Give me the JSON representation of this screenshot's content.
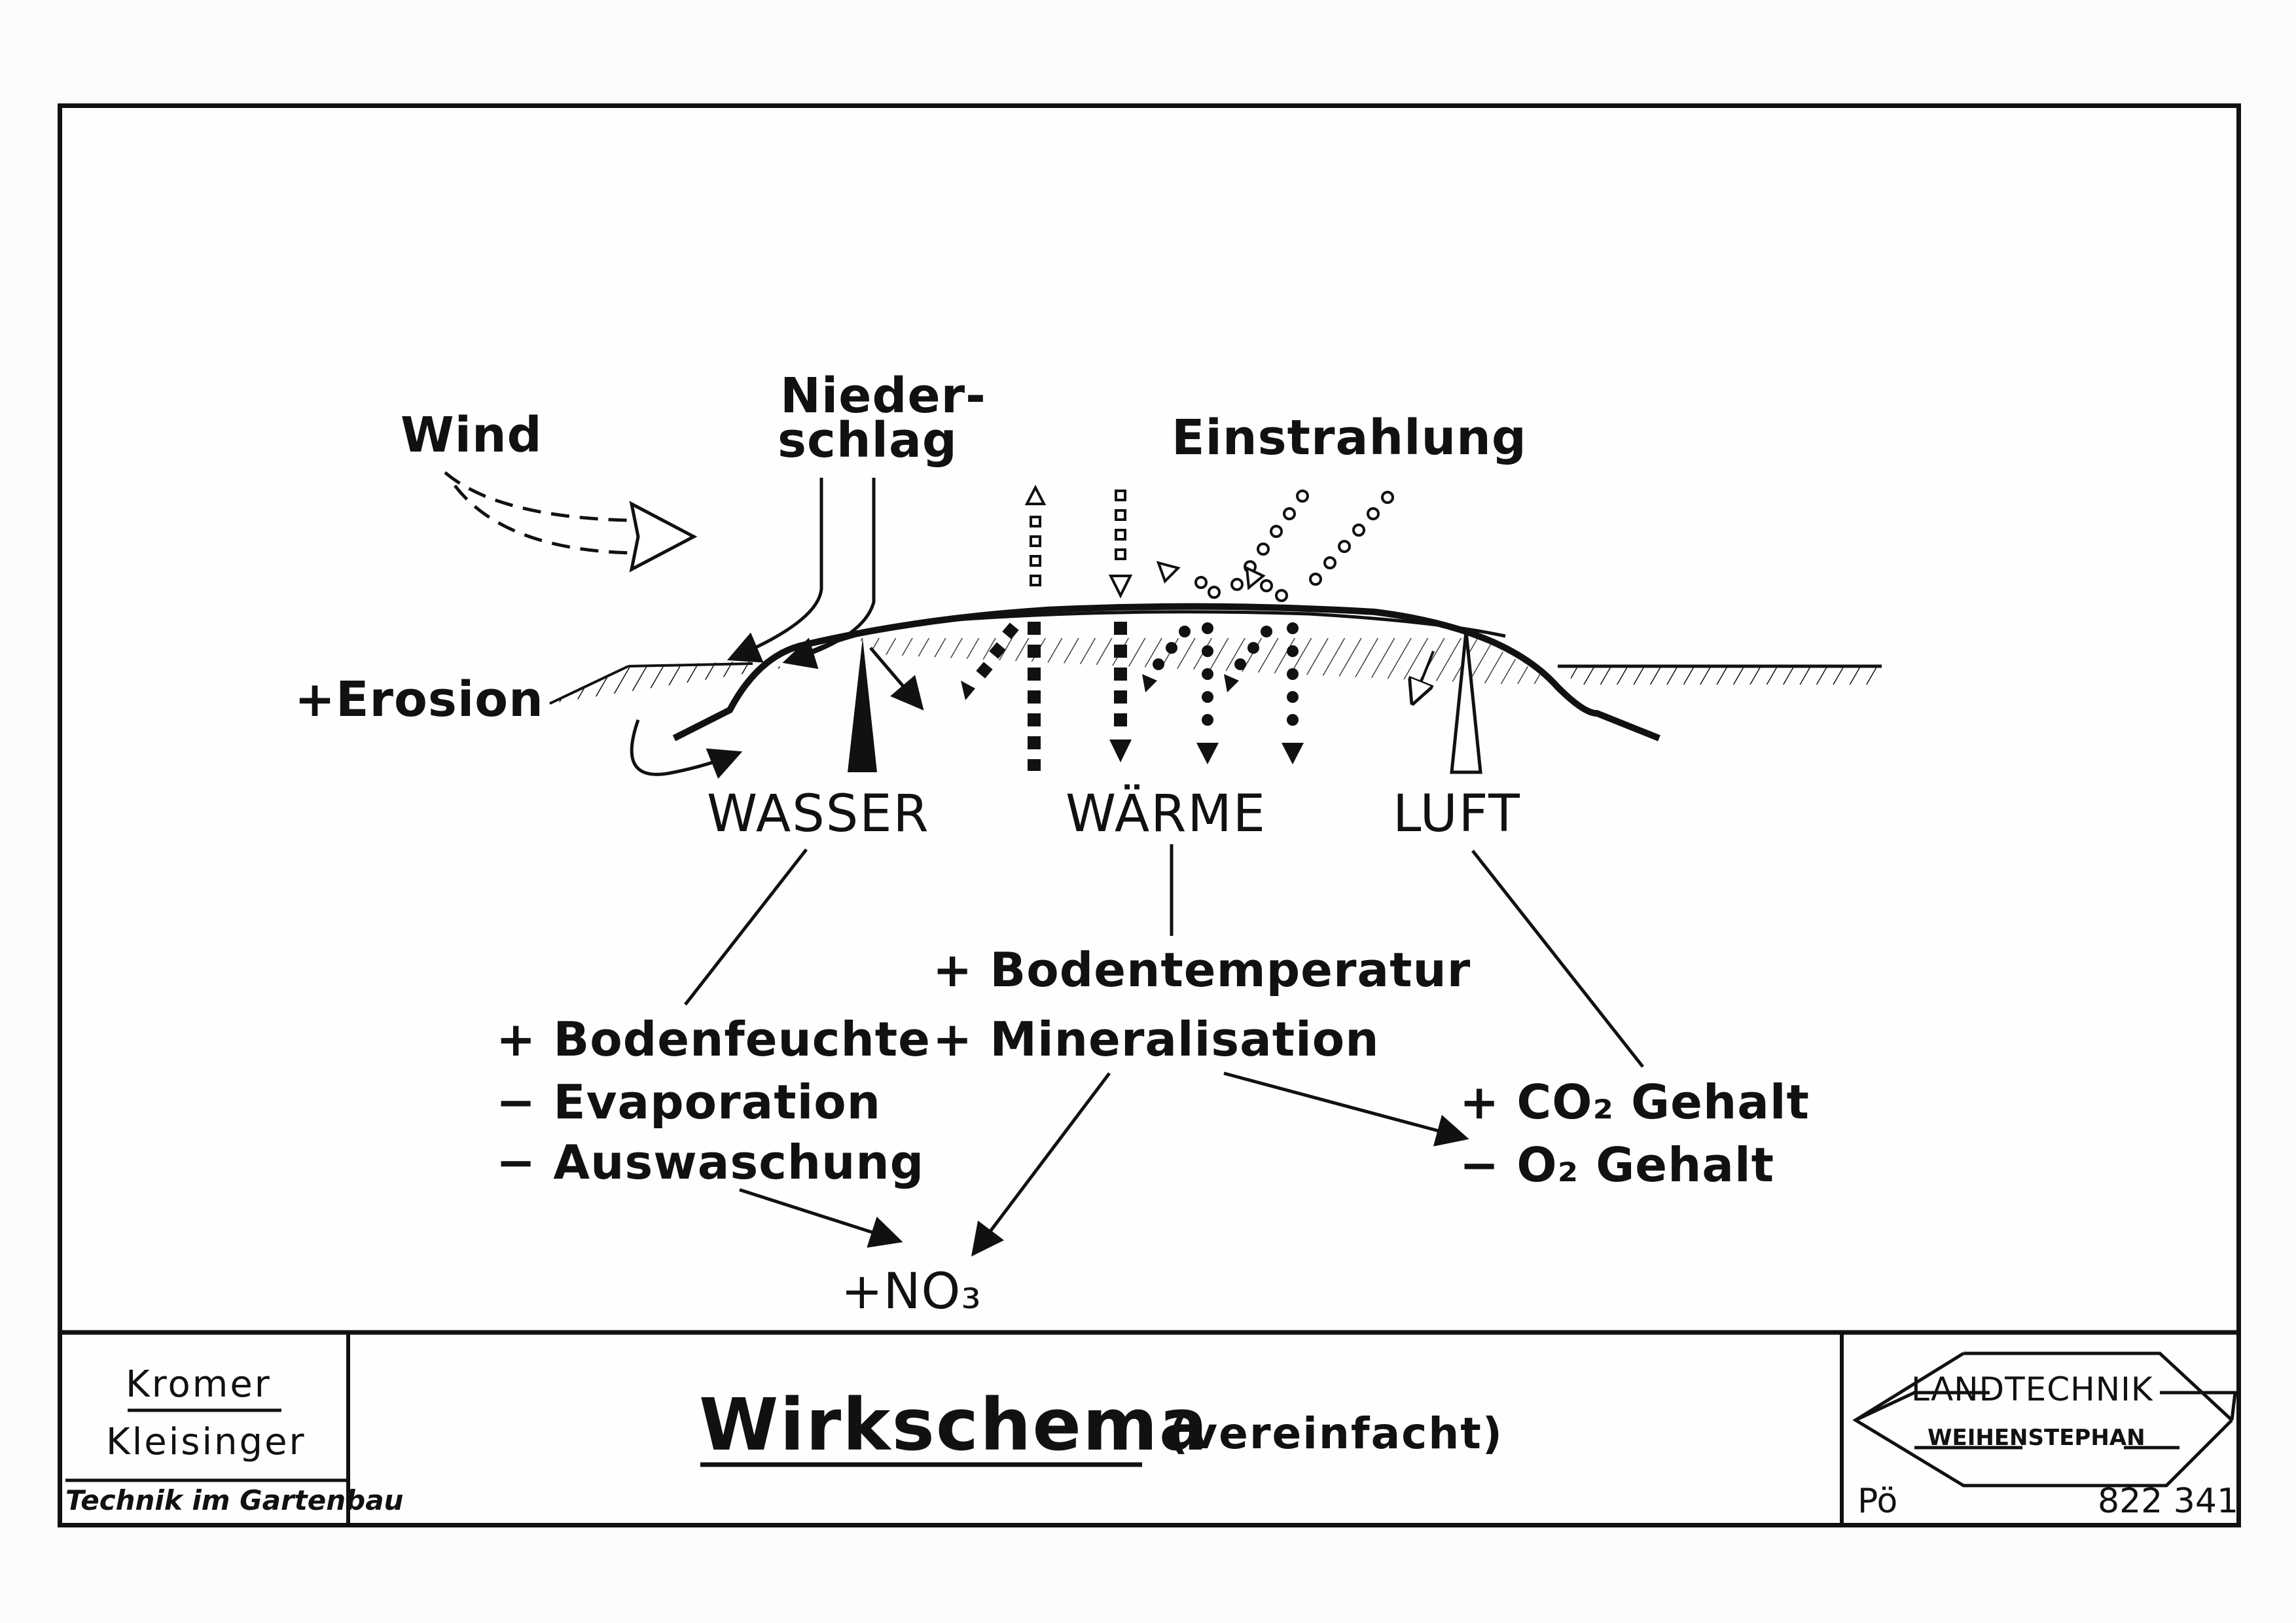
{
  "diagram": {
    "inputs": {
      "wind": "Wind",
      "niederschlag_line1": "Nieder-",
      "niederschlag_line2": "schlag",
      "einstrahlung": "Einstrahlung",
      "erosion": "+Erosion"
    },
    "factors": {
      "wasser": "WASSER",
      "waerme": "WÄRME",
      "luft": "LUFT"
    },
    "effects": {
      "bodenfeuchte": "+ Bodenfeuchte",
      "evaporation": "− Evaporation",
      "auswaschung": "− Auswaschung",
      "bodentemperatur": "+ Bodentemperatur",
      "mineralisation": "+ Mineralisation",
      "co2": "+ CO₂ Gehalt",
      "o2": "−  O₂ Gehalt",
      "no3": "+NO₃"
    }
  },
  "title_block": {
    "author1": "Kromer",
    "author2": "Kleisinger",
    "series": "Technik im Gartenbau",
    "title": "Wirkschema",
    "subtitle": "(vereinfacht)",
    "logo_line1": "LANDTECHNIK",
    "logo_line2": "WEIHENSTEPHAN",
    "drawer": "Pö",
    "number": "822 341"
  }
}
